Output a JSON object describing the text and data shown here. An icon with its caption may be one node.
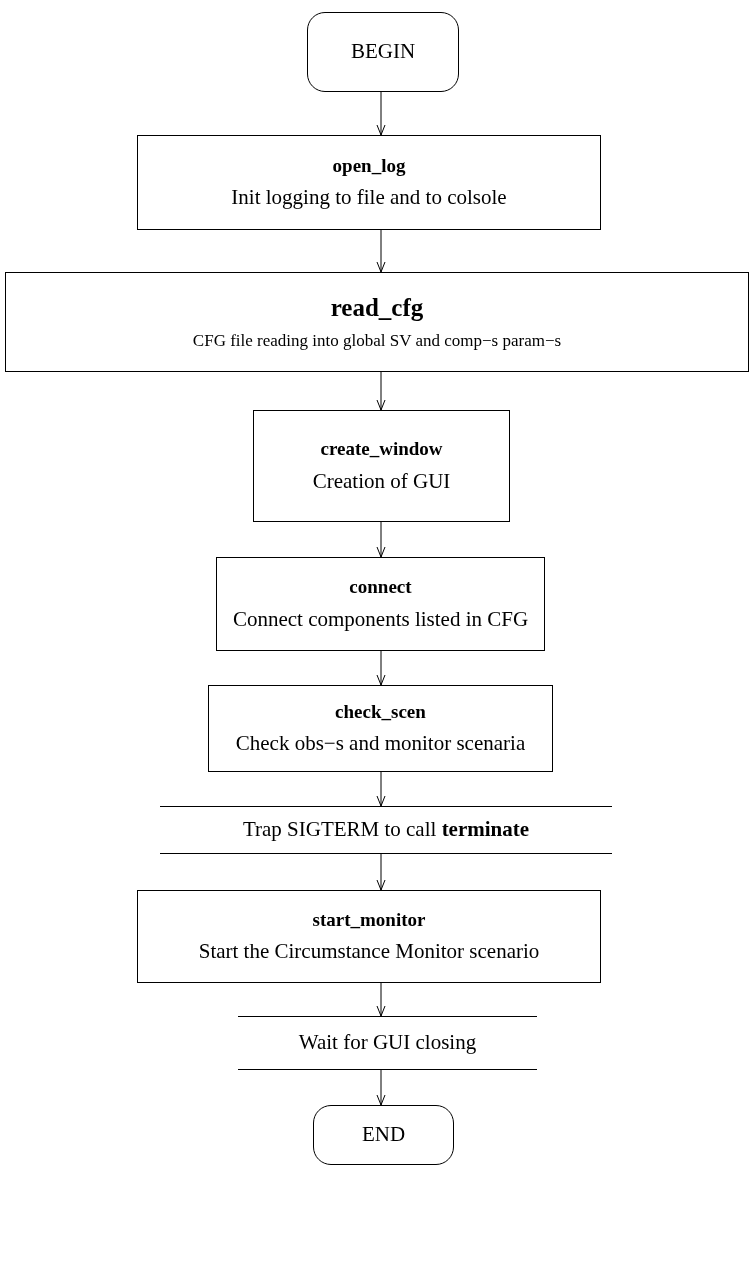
{
  "diagram": {
    "nodes": [
      {
        "text": [
          "BEGIN"
        ]
      },
      {
        "text": [
          "open_log",
          "Init logging to file and to colsole"
        ]
      },
      {
        "text": [
          "read_cfg",
          "CFG file reading into global SV and comp−s param−s"
        ]
      },
      {
        "text": [
          "create_window",
          "Creation of GUI"
        ]
      },
      {
        "text": [
          "connect",
          "Connect components listed in CFG"
        ]
      },
      {
        "text": [
          "check_scen",
          "Check obs−s and monitor scenaria"
        ]
      },
      {
        "text": [
          "Trap SIGTERM to call  **terminate**"
        ]
      },
      {
        "text": [
          "start_monitor",
          "Start the Circumstance Monitor scenario"
        ]
      },
      {
        "text": [
          "Wait for GUI closing"
        ]
      },
      {
        "text": [
          "END"
        ]
      }
    ],
    "edges": [
      {
        "from": 0,
        "to": 1,
        "arrow": "to"
      },
      {
        "from": 1,
        "to": 2,
        "arrow": "to"
      },
      {
        "from": 2,
        "to": 3,
        "arrow": "to"
      },
      {
        "from": 3,
        "to": 4,
        "arrow": "to"
      },
      {
        "from": 4,
        "to": 5,
        "arrow": "to"
      },
      {
        "from": 5,
        "to": 6,
        "arrow": "to"
      },
      {
        "from": 6,
        "to": 7,
        "arrow": "to"
      },
      {
        "from": 7,
        "to": 8,
        "arrow": "to"
      },
      {
        "from": 8,
        "to": 9,
        "arrow": "to"
      }
    ]
  }
}
